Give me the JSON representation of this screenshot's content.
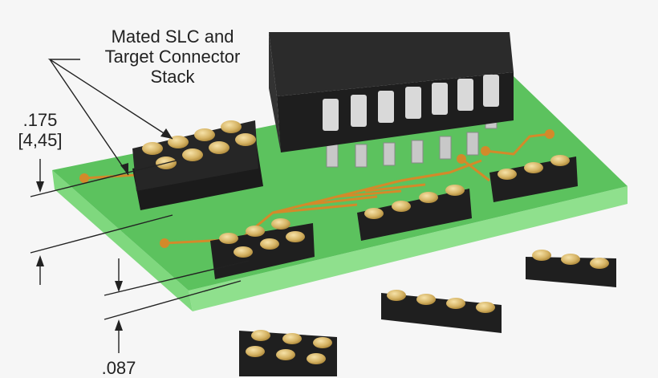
{
  "callout": {
    "line1": "Mated SLC and",
    "line2": "Target Connector",
    "line3": "Stack"
  },
  "dimensions": {
    "stack_inch": ".175",
    "stack_mm": "[4,45]",
    "single_inch": ".087"
  },
  "colors": {
    "board": "#5cc25e",
    "board_edge": "#7fd87e",
    "trace": "#d38a2a",
    "connector": "#222222",
    "contact": "#d9b86a"
  }
}
